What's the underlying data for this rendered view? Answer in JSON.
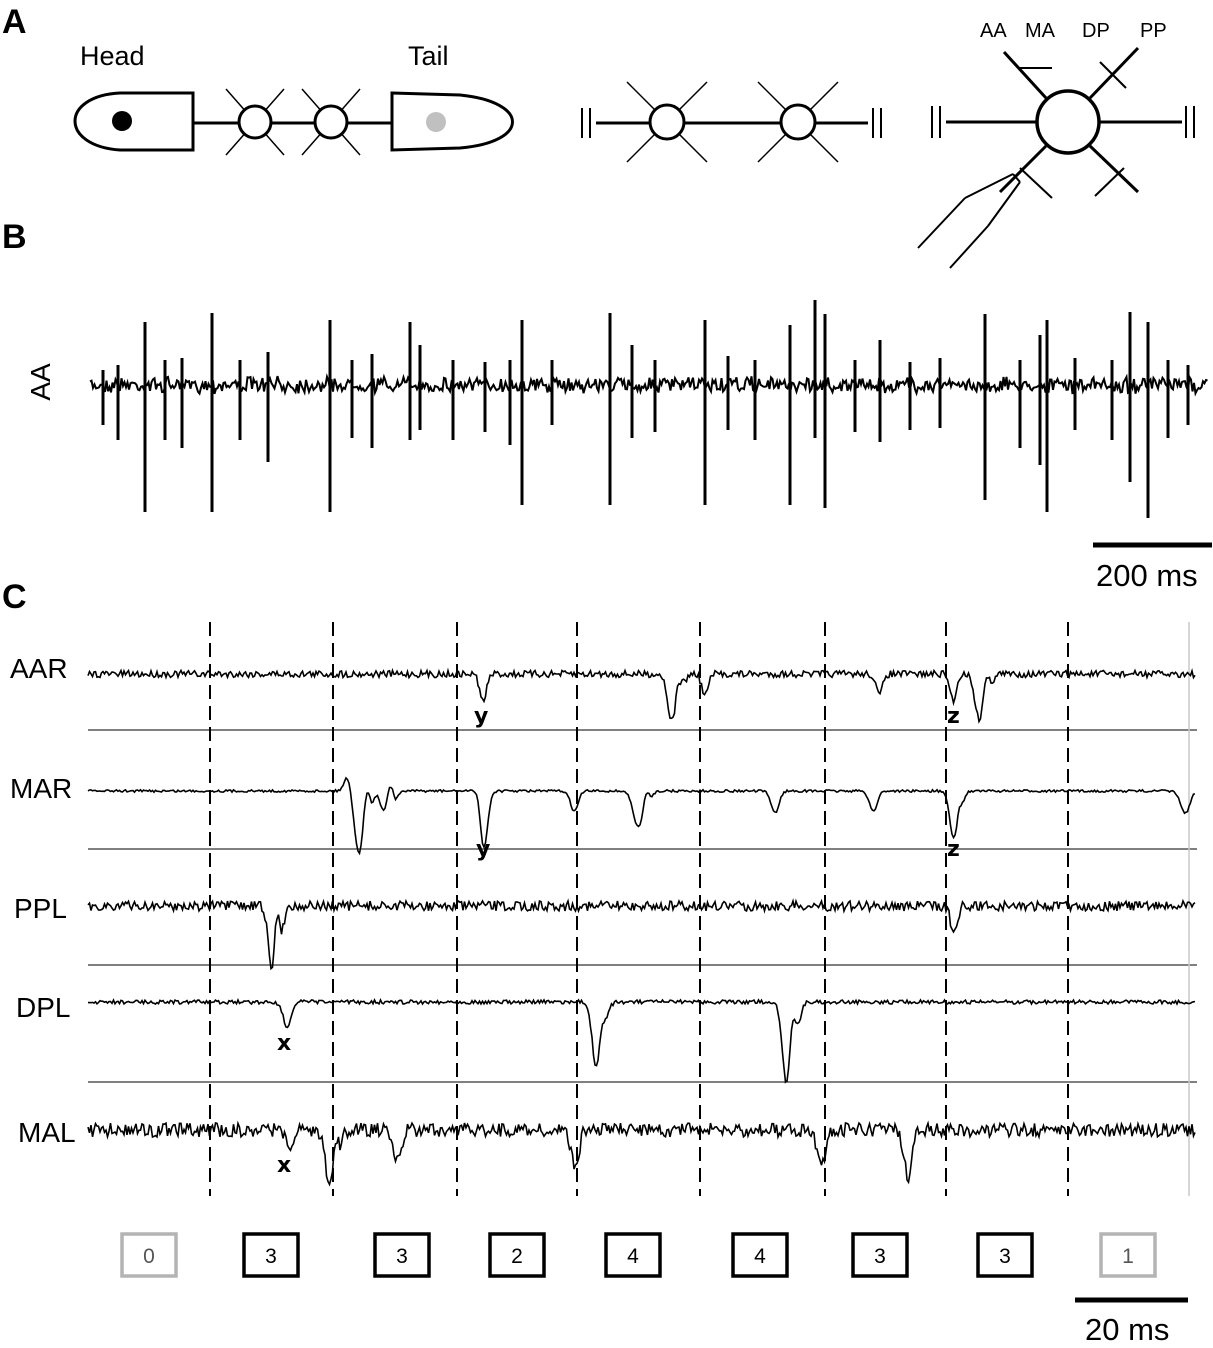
{
  "panel_a": {
    "letter": "A",
    "head_label": "Head",
    "tail_label": "Tail",
    "nerve_labels": [
      "AA",
      "MA",
      "DP",
      "PP"
    ]
  },
  "panel_b": {
    "letter": "B",
    "channel_label": "AA",
    "scale_label": "200 ms"
  },
  "panel_c": {
    "letter": "C",
    "channels": [
      "AAR",
      "MAR",
      "PPL",
      "DPL",
      "MAL"
    ],
    "markers": [
      {
        "label": "y",
        "channel": "AAR"
      },
      {
        "label": "z",
        "channel": "AAR"
      },
      {
        "label": "y",
        "channel": "MAR"
      },
      {
        "label": "z",
        "channel": "MAR"
      },
      {
        "label": "x",
        "channel": "DPL"
      },
      {
        "label": "x",
        "channel": "MAL"
      }
    ],
    "window_counts": [
      {
        "value": "0",
        "color": "#b4b4b4"
      },
      {
        "value": "3",
        "color": "#000000"
      },
      {
        "value": "3",
        "color": "#000000"
      },
      {
        "value": "2",
        "color": "#000000"
      },
      {
        "value": "4",
        "color": "#000000"
      },
      {
        "value": "4",
        "color": "#000000"
      },
      {
        "value": "3",
        "color": "#000000"
      },
      {
        "value": "3",
        "color": "#000000"
      },
      {
        "value": "1",
        "color": "#b4b4b4"
      }
    ],
    "scale_label": "20 ms"
  }
}
